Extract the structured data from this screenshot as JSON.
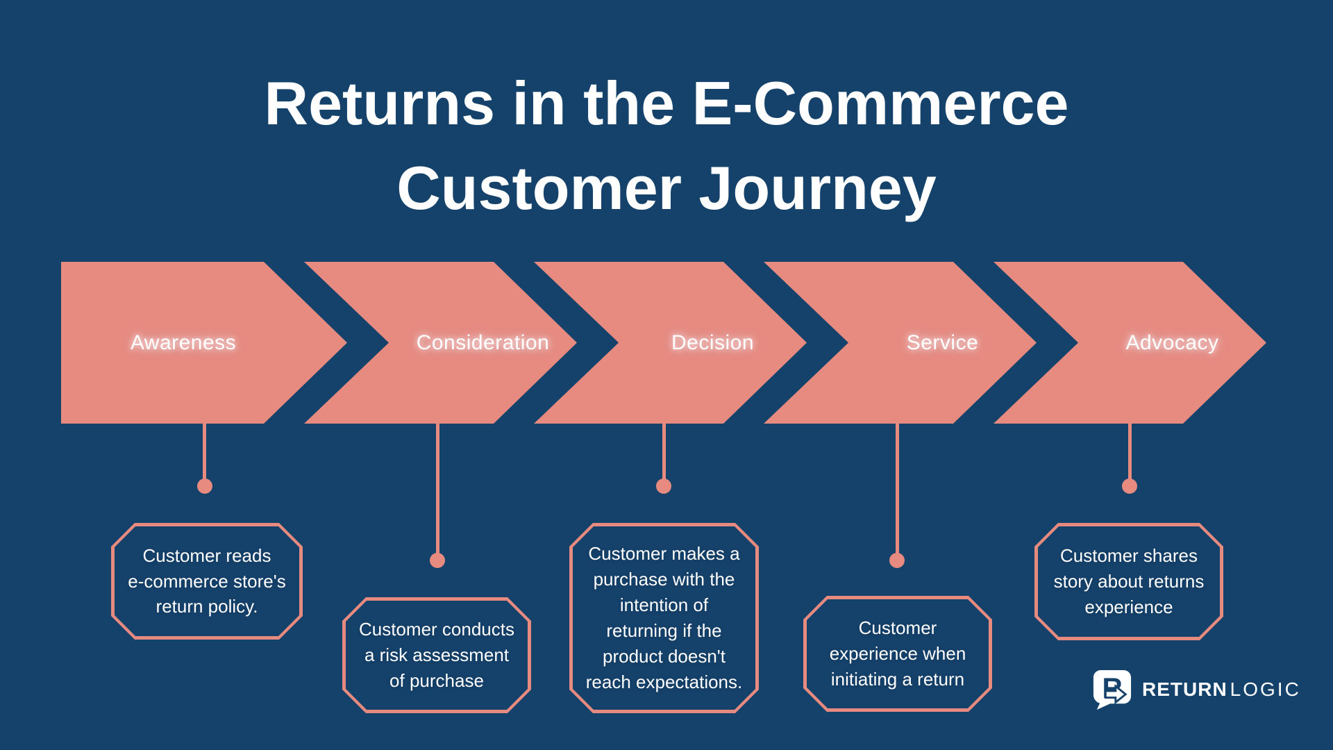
{
  "colors": {
    "background": "#15426B",
    "accent_salmon": "#E78A80",
    "text": "#FFFFFF"
  },
  "title": {
    "line1": "Returns in the E-Commerce",
    "line2": "Customer Journey"
  },
  "stages": [
    {
      "label": "Awareness",
      "note": "Customer reads\ne-commerce store's\nreturn policy."
    },
    {
      "label": "Consideration",
      "note": "Customer conducts\na risk assessment\nof purchase"
    },
    {
      "label": "Decision",
      "note": "Customer makes a\npurchase with the\nintention of\nreturning if the\nproduct doesn't\nreach expectations."
    },
    {
      "label": "Service",
      "note": "Customer\nexperience when\ninitiating a return"
    },
    {
      "label": "Advocacy",
      "note": "Customer shares\nstory about returns\nexperience"
    }
  ],
  "logo": {
    "icon": "returnlogic-r-arrow-icon",
    "brand_bold": "RETURN",
    "brand_light": "LOGIC"
  }
}
